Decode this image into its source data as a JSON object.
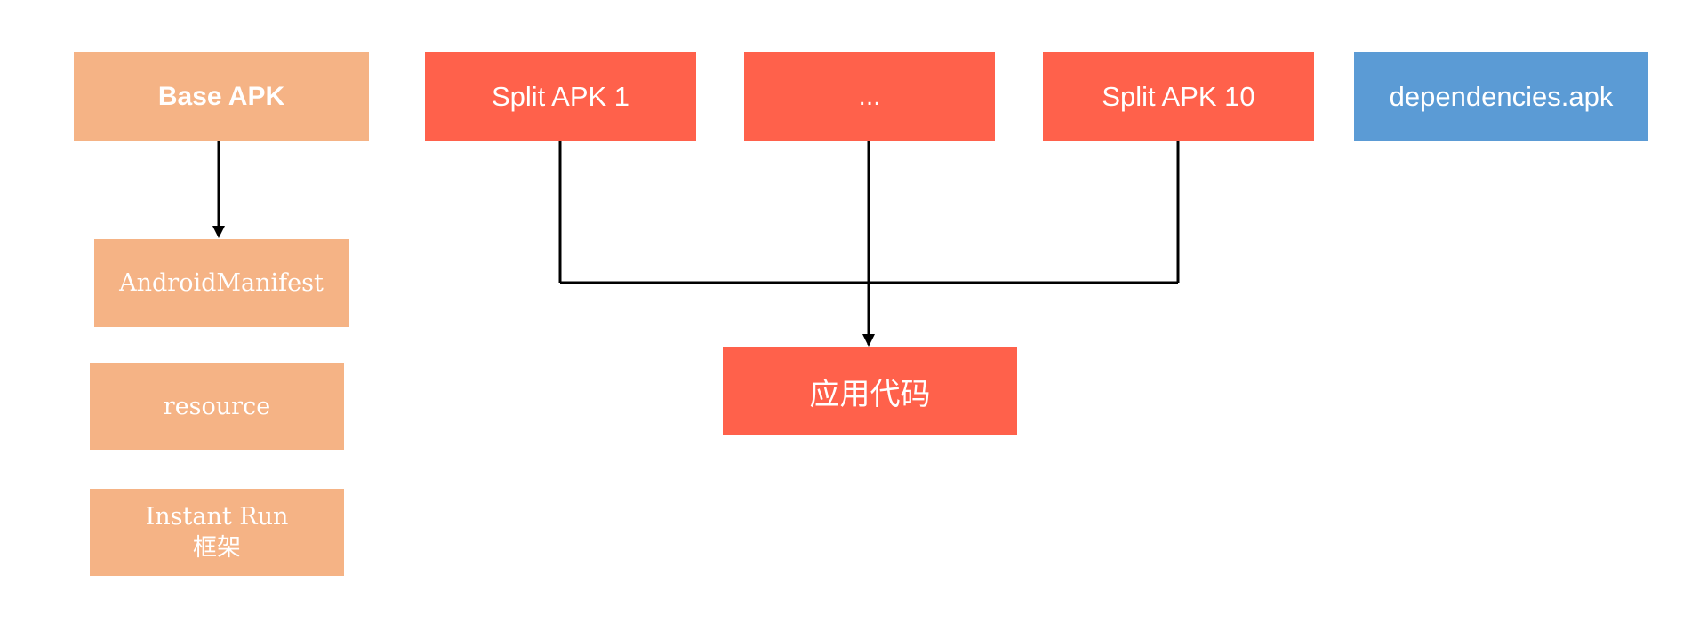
{
  "nodes": {
    "base_apk": "Base APK",
    "split_apk_1": "Split APK 1",
    "ellipsis": "...",
    "split_apk_10": "Split APK 10",
    "dependencies_apk": "dependencies.apk",
    "android_manifest": "AndroidManifest",
    "resource": "resource",
    "instant_run_line1": "Instant Run",
    "instant_run_line2": "框架",
    "app_code": "应用代码"
  },
  "colors": {
    "base": "#f5b385",
    "split": "#ff614b",
    "dependencies": "#5b9bd5",
    "connector": "#000000",
    "text": "#ffffff"
  },
  "edges": [
    {
      "from": "base_apk",
      "to": "android_manifest",
      "arrow": true
    },
    {
      "from": "split_apk_1",
      "to": "app_code",
      "arrow": false
    },
    {
      "from": "ellipsis",
      "to": "app_code",
      "arrow": true
    },
    {
      "from": "split_apk_10",
      "to": "app_code",
      "arrow": false
    }
  ]
}
